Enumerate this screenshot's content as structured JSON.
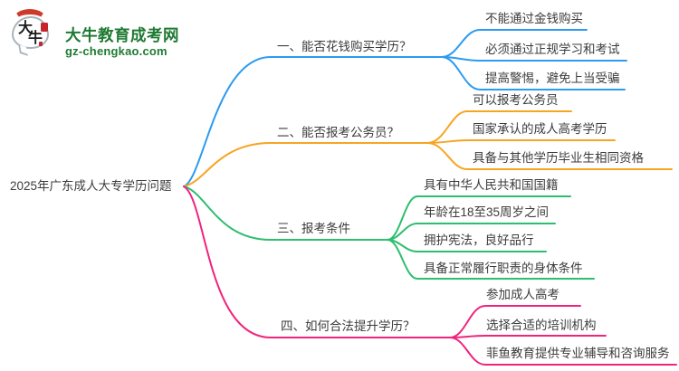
{
  "logo": {
    "title": "大牛教育成考网",
    "domain": "gz-chengkao.com",
    "icon_char_1": "大",
    "icon_char_2": "牛",
    "brand_green": "#1f7a33",
    "accent_red": "#cf3a2b"
  },
  "mindmap": {
    "root": "2025年广东成人大专学历问题",
    "text_color": "#3c3c3c",
    "branches": [
      {
        "label": "一、能否花钱购买学历？",
        "color": "#2d9bf0",
        "children": [
          "不能通过金钱购买",
          "必须通过正规学习和考试",
          "提高警惕，避免上当受骗"
        ]
      },
      {
        "label": "二、能否报考公务员？",
        "color": "#f7a521",
        "children": [
          "可以报考公务员",
          "国家承认的成人高考学历",
          "具备与其他学历毕业生相同资格"
        ]
      },
      {
        "label": "三、报考条件",
        "color": "#2dbe6f",
        "children": [
          "具有中华人民共和国国籍",
          "年龄在18至35周岁之间",
          "拥护宪法，良好品行",
          "具备正常履行职责的身体条件"
        ]
      },
      {
        "label": "四、如何合法提升学历？",
        "color": "#f0247c",
        "children": [
          "参加成人高考",
          "选择合适的培训机构",
          "菲鱼教育提供专业辅导和咨询服务"
        ]
      }
    ]
  }
}
